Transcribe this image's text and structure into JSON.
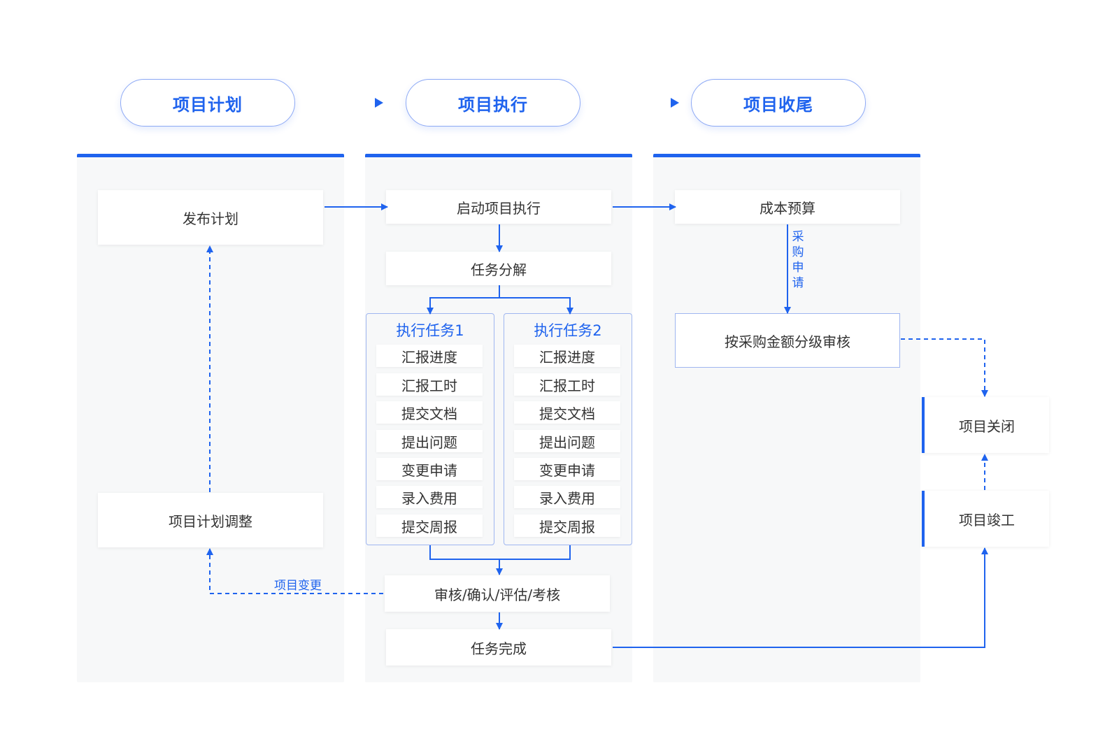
{
  "phases": [
    "项目计划",
    "项目执行",
    "项目收尾"
  ],
  "plan": {
    "publish": "发布计划",
    "adjust": "项目计划调整"
  },
  "exec": {
    "start": "启动项目执行",
    "decompose": "任务分解",
    "task_groups": [
      {
        "title": "执行任务1",
        "items": [
          "汇报进度",
          "汇报工时",
          "提交文档",
          "提出问题",
          "变更申请",
          "录入费用",
          "提交周报"
        ]
      },
      {
        "title": "执行任务2",
        "items": [
          "汇报进度",
          "汇报工时",
          "提交文档",
          "提出问题",
          "变更申请",
          "录入费用",
          "提交周报"
        ]
      }
    ],
    "review": "审核/确认/评估/考核",
    "done": "任务完成"
  },
  "close": {
    "budget": "成本预算",
    "approval": "按采购金额分级审核",
    "project_close": "项目关闭",
    "completion": "项目竣工"
  },
  "edge_labels": {
    "change": "项目变更",
    "purchase": [
      "采",
      "购",
      "申",
      "请"
    ]
  },
  "colors": {
    "accent": "#1f63ee",
    "border": "#9fb6f0",
    "panel": "#f7f8f9",
    "text": "#333333"
  }
}
